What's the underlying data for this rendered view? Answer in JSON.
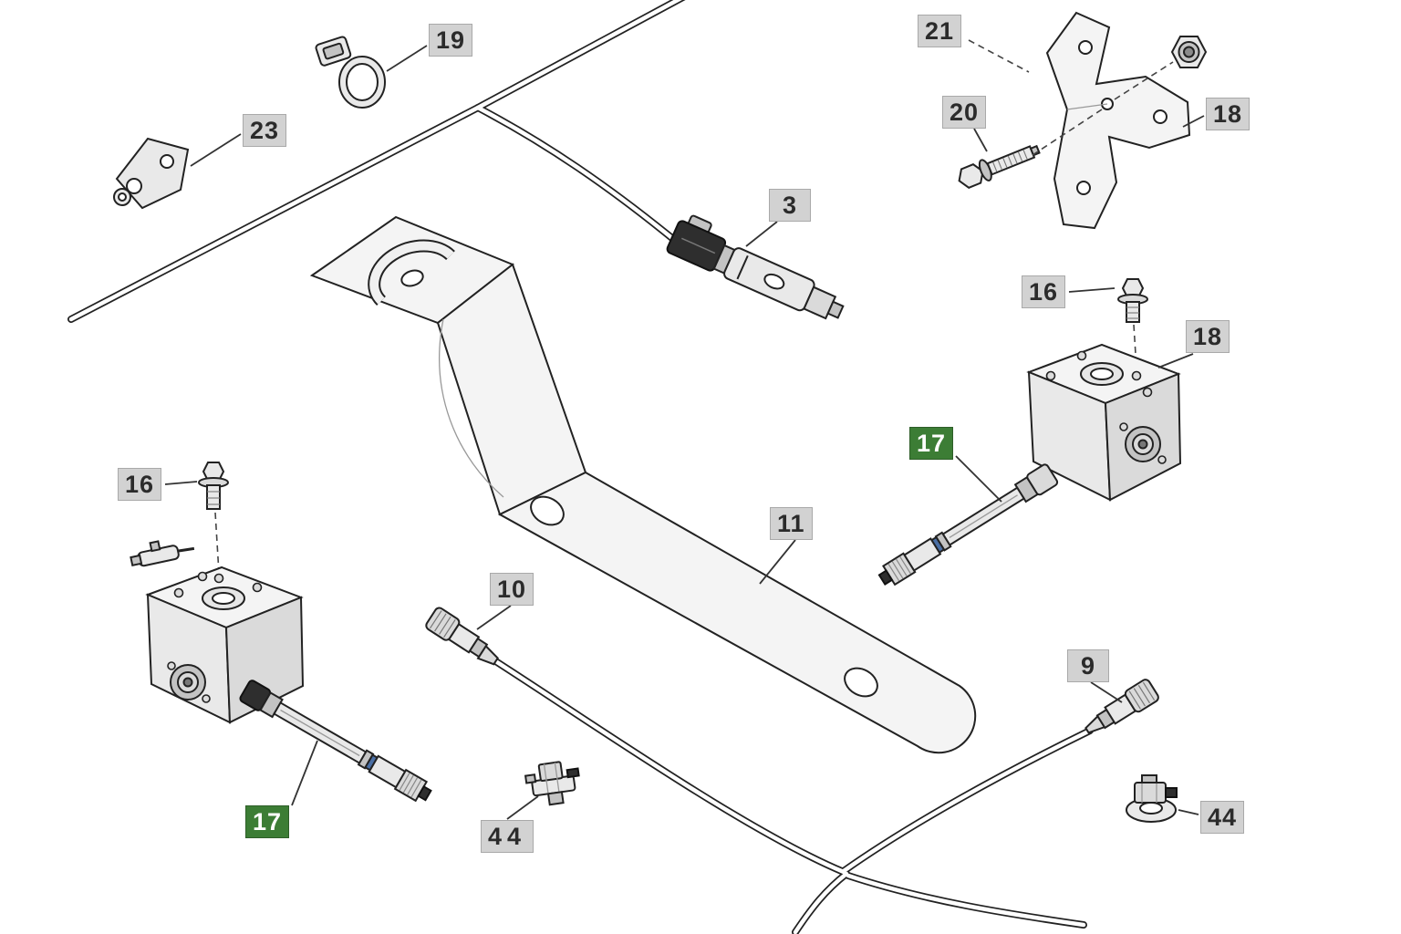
{
  "figure": {
    "kind": "exploded-parts-diagram",
    "background": "#ffffff"
  },
  "colors": {
    "line": "#222222",
    "label_bg": "#d2d2d2",
    "label_border": "#a9a9a9",
    "label_text": "#2b2b2b",
    "highlight_bg": "#3c7d35",
    "highlight_text": "#ffffff",
    "accent_band": "#4a6fa5"
  },
  "callouts": [
    {
      "number": "19",
      "highlighted": false,
      "part": "harness-clamp"
    },
    {
      "number": "23",
      "highlighted": false,
      "part": "small-mounting-bracket"
    },
    {
      "number": "3",
      "highlighted": false,
      "part": "harness-connector"
    },
    {
      "number": "21",
      "highlighted": false,
      "part": "plate-attachment"
    },
    {
      "number": "20",
      "highlighted": false,
      "part": "flange-bolt"
    },
    {
      "number": "18",
      "highlighted": false,
      "part": "bracket-plate"
    },
    {
      "number": "16",
      "highlighted": false,
      "part": "flange-screw-right"
    },
    {
      "number": "18",
      "highlighted": false,
      "part": "sensor-bracket-right"
    },
    {
      "number": "17",
      "highlighted": true,
      "part": "sensor-right"
    },
    {
      "number": "11",
      "highlighted": false,
      "part": "support-bracket"
    },
    {
      "number": "16",
      "highlighted": false,
      "part": "flange-screw-left"
    },
    {
      "number": "10",
      "highlighted": false,
      "part": "connector-lead-center"
    },
    {
      "number": "9",
      "highlighted": false,
      "part": "connector-lead-right"
    },
    {
      "number": "17",
      "highlighted": true,
      "part": "sensor-left"
    },
    {
      "number": "44",
      "highlighted": false,
      "part": "cable-clip-center"
    },
    {
      "number": "44",
      "highlighted": false,
      "part": "cable-clip-right"
    }
  ]
}
